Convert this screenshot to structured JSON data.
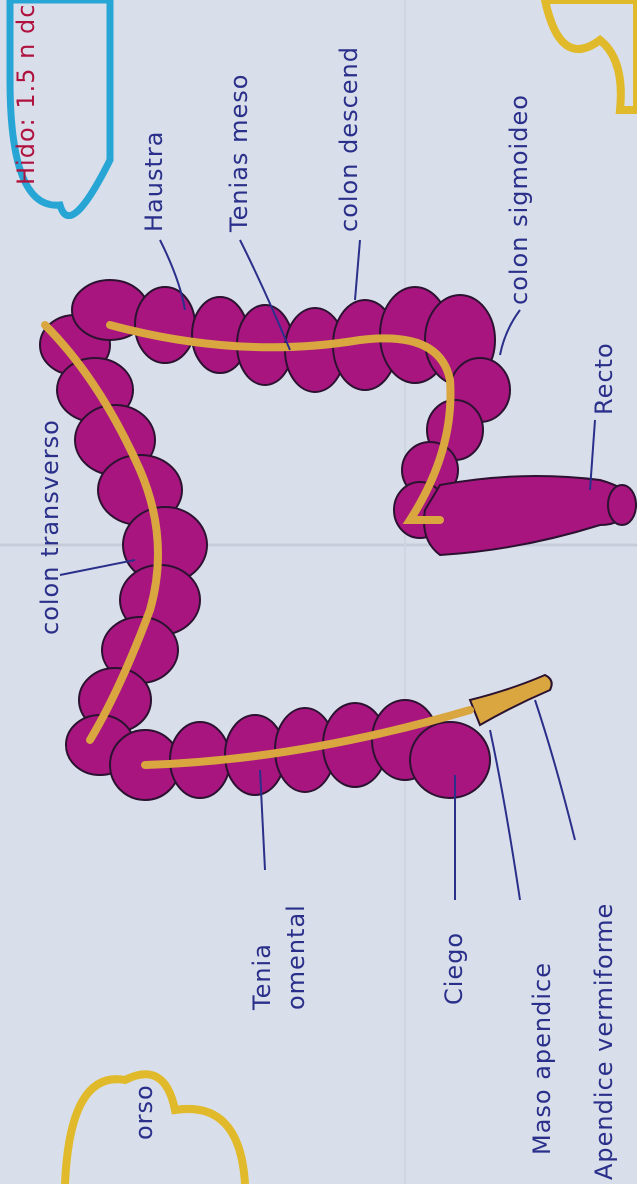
{
  "diagram": {
    "labels": {
      "colon_transverso": "colon transverso",
      "haustra": "Haustra",
      "tenias_meso": "Tenias meso",
      "colon_descendente": "colon descend",
      "colon_sigmoideo": "colon sigmoideo",
      "recto": "Recto",
      "tenia_omental": "Tenia omental",
      "ciego": "Ciego",
      "maso_apendice": "Maso apendice",
      "apendice_vermiforme": "Apendice vermiforme",
      "corner_top": "Hido: 1.5 n dc",
      "corner_bottom": "orso"
    },
    "colors": {
      "paper": "#d9dfea",
      "colon": "#a8157f",
      "taenia": "#d9a640",
      "ink": "#2a2f8a",
      "blue_outline": "#27a6d6",
      "yellow_outline": "#e0ba2a"
    }
  }
}
